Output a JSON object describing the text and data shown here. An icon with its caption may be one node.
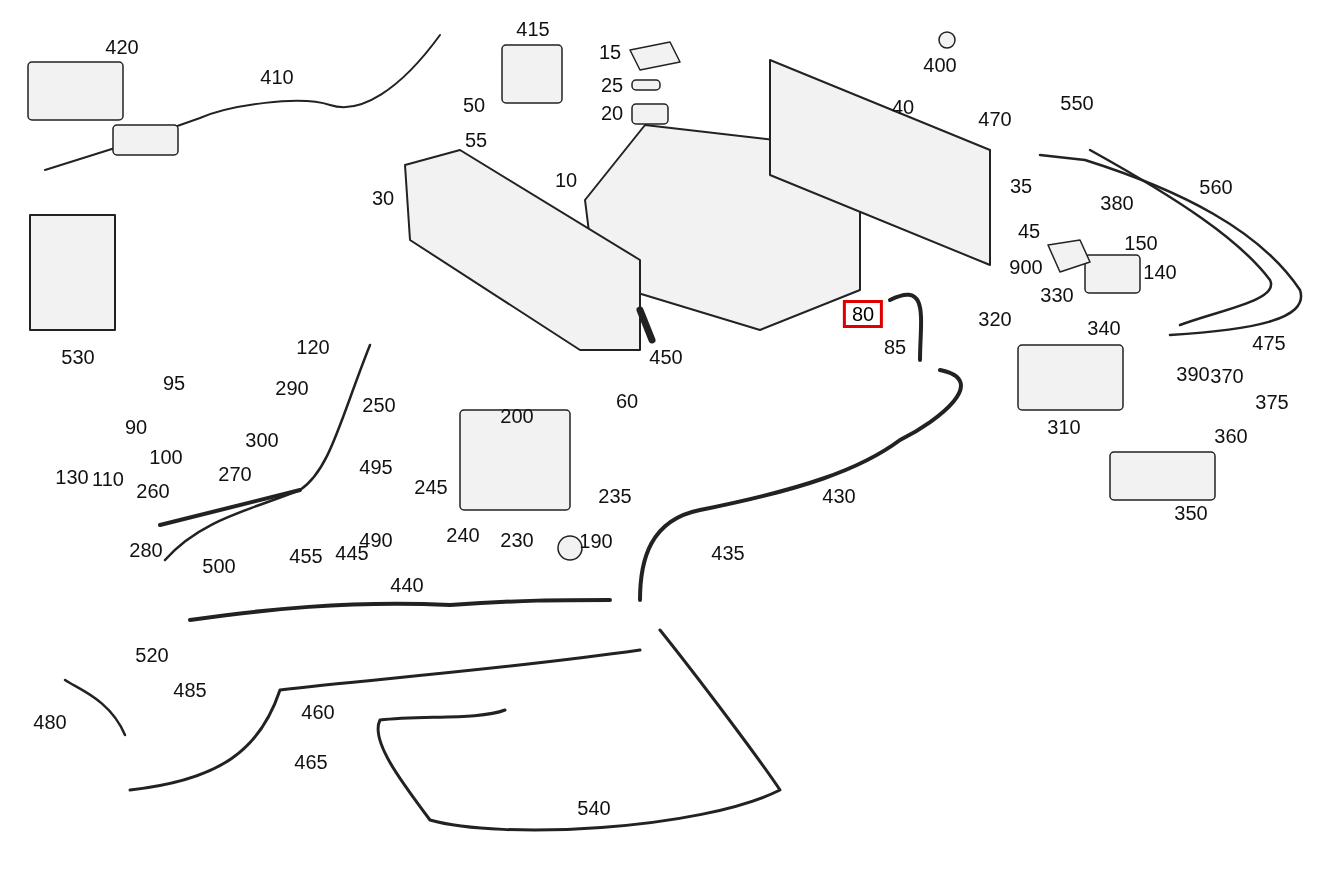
{
  "diagram": {
    "nodes": [
      {
        "text": [
          "80"
        ]
      }
    ],
    "labels": [
      "415",
      "420",
      "15",
      "400",
      "410",
      "25",
      "50",
      "20",
      "40",
      "470",
      "550",
      "55",
      "30",
      "10",
      "35",
      "380",
      "560",
      "45",
      "150",
      "900",
      "140",
      "330",
      "320",
      "340",
      "530",
      "120",
      "450",
      "85",
      "475",
      "95",
      "290",
      "390",
      "370",
      "250",
      "60",
      "375",
      "90",
      "300",
      "200",
      "310",
      "360",
      "130",
      "110",
      "100",
      "270",
      "495",
      "260",
      "245",
      "235",
      "430",
      "350",
      "280",
      "455",
      "445",
      "490",
      "240",
      "230",
      "190",
      "435",
      "500",
      "440",
      "520",
      "485",
      "480",
      "460",
      "465",
      "540"
    ]
  }
}
